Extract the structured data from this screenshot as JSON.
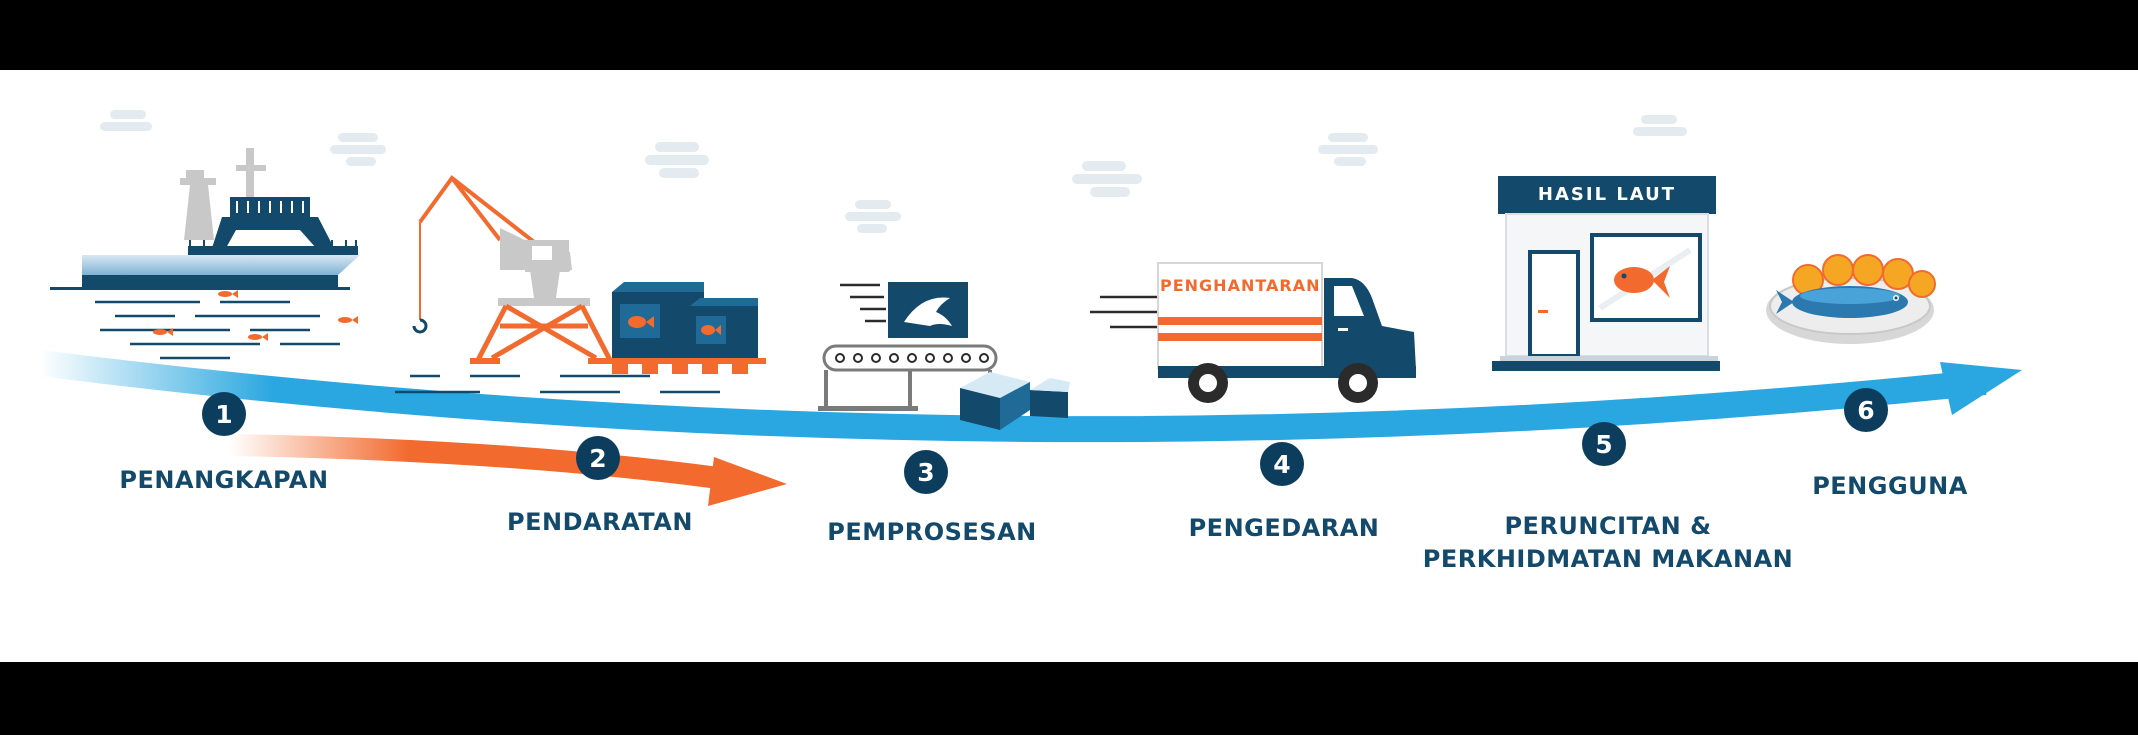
{
  "colors": {
    "navy": "#134a6b",
    "dark_navy": "#0d3d5c",
    "sky_blue": "#2aa7e0",
    "orange": "#f26a2e",
    "grey": "#c8c8c8",
    "cloud": "#e3ebf1"
  },
  "steps": [
    {
      "number": "1",
      "label": "PENANGKAPAN",
      "icon": "fishing-boat-icon"
    },
    {
      "number": "2",
      "label": "PENDARATAN",
      "icon": "port-crane-icon"
    },
    {
      "number": "3",
      "label": "PEMPROSESAN",
      "icon": "conveyor-icon"
    },
    {
      "number": "4",
      "label": "PENGEDARAN",
      "icon": "delivery-truck-icon"
    },
    {
      "number": "5",
      "label_line1": "PERUNCITAN &",
      "label_line2": "PERKHIDMATAN MAKANAN",
      "icon": "shop-icon"
    },
    {
      "number": "6",
      "label": "PENGGUNA",
      "icon": "fish-plate-icon"
    }
  ],
  "truck": {
    "text": "PENGHANTARAN"
  },
  "shop": {
    "sign": "HASIL LAUT"
  }
}
